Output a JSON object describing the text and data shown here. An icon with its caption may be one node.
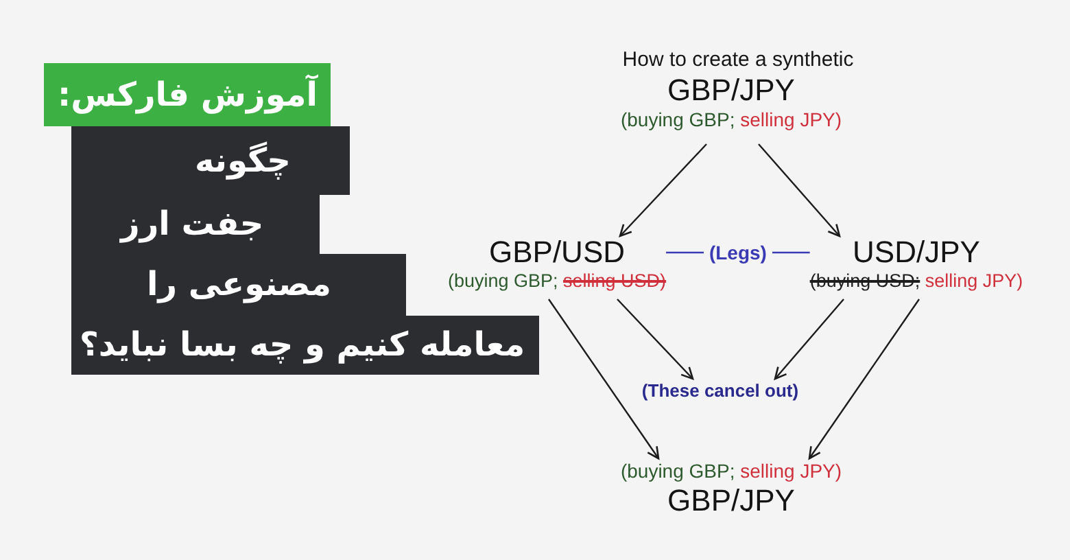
{
  "diagram": {
    "title": "How to create a synthetic",
    "nodes": [
      {
        "text": [
          "آموزش فارکس:"
        ]
      },
      {
        "text": [
          "چگونه"
        ]
      },
      {
        "text": [
          "جفت ارز"
        ]
      },
      {
        "text": [
          "مصنوعی را"
        ]
      },
      {
        "text": [
          "معامله کنیم و چه بسا نباید؟"
        ]
      },
      {
        "text": [
          "GBP/JPY",
          "(buying GBP;",
          "selling JPY)"
        ]
      },
      {
        "text": [
          "GBP/USD",
          "(buying GBP;",
          "selling USD)"
        ]
      },
      {
        "text": [
          "USD/JPY",
          "(buying USD;",
          "selling JPY)"
        ]
      },
      {
        "text": [
          "(These cancel out)"
        ]
      },
      {
        "text": [
          "(buying GBP;",
          "selling JPY)",
          "GBP/JPY"
        ]
      }
    ],
    "edges": [
      {
        "from": 5,
        "to": 6,
        "arrow": "to"
      },
      {
        "from": 5,
        "to": 7,
        "arrow": "to"
      },
      {
        "from": 6,
        "to": 7,
        "arrow": "none",
        "label": "(Legs)",
        "color": "#3a3ab4"
      },
      {
        "from": 6,
        "to": 8,
        "arrow": "to"
      },
      {
        "from": 7,
        "to": 8,
        "arrow": "to"
      },
      {
        "from": 6,
        "to": 9,
        "arrow": "to"
      },
      {
        "from": 7,
        "to": 9,
        "arrow": "to"
      }
    ]
  }
}
